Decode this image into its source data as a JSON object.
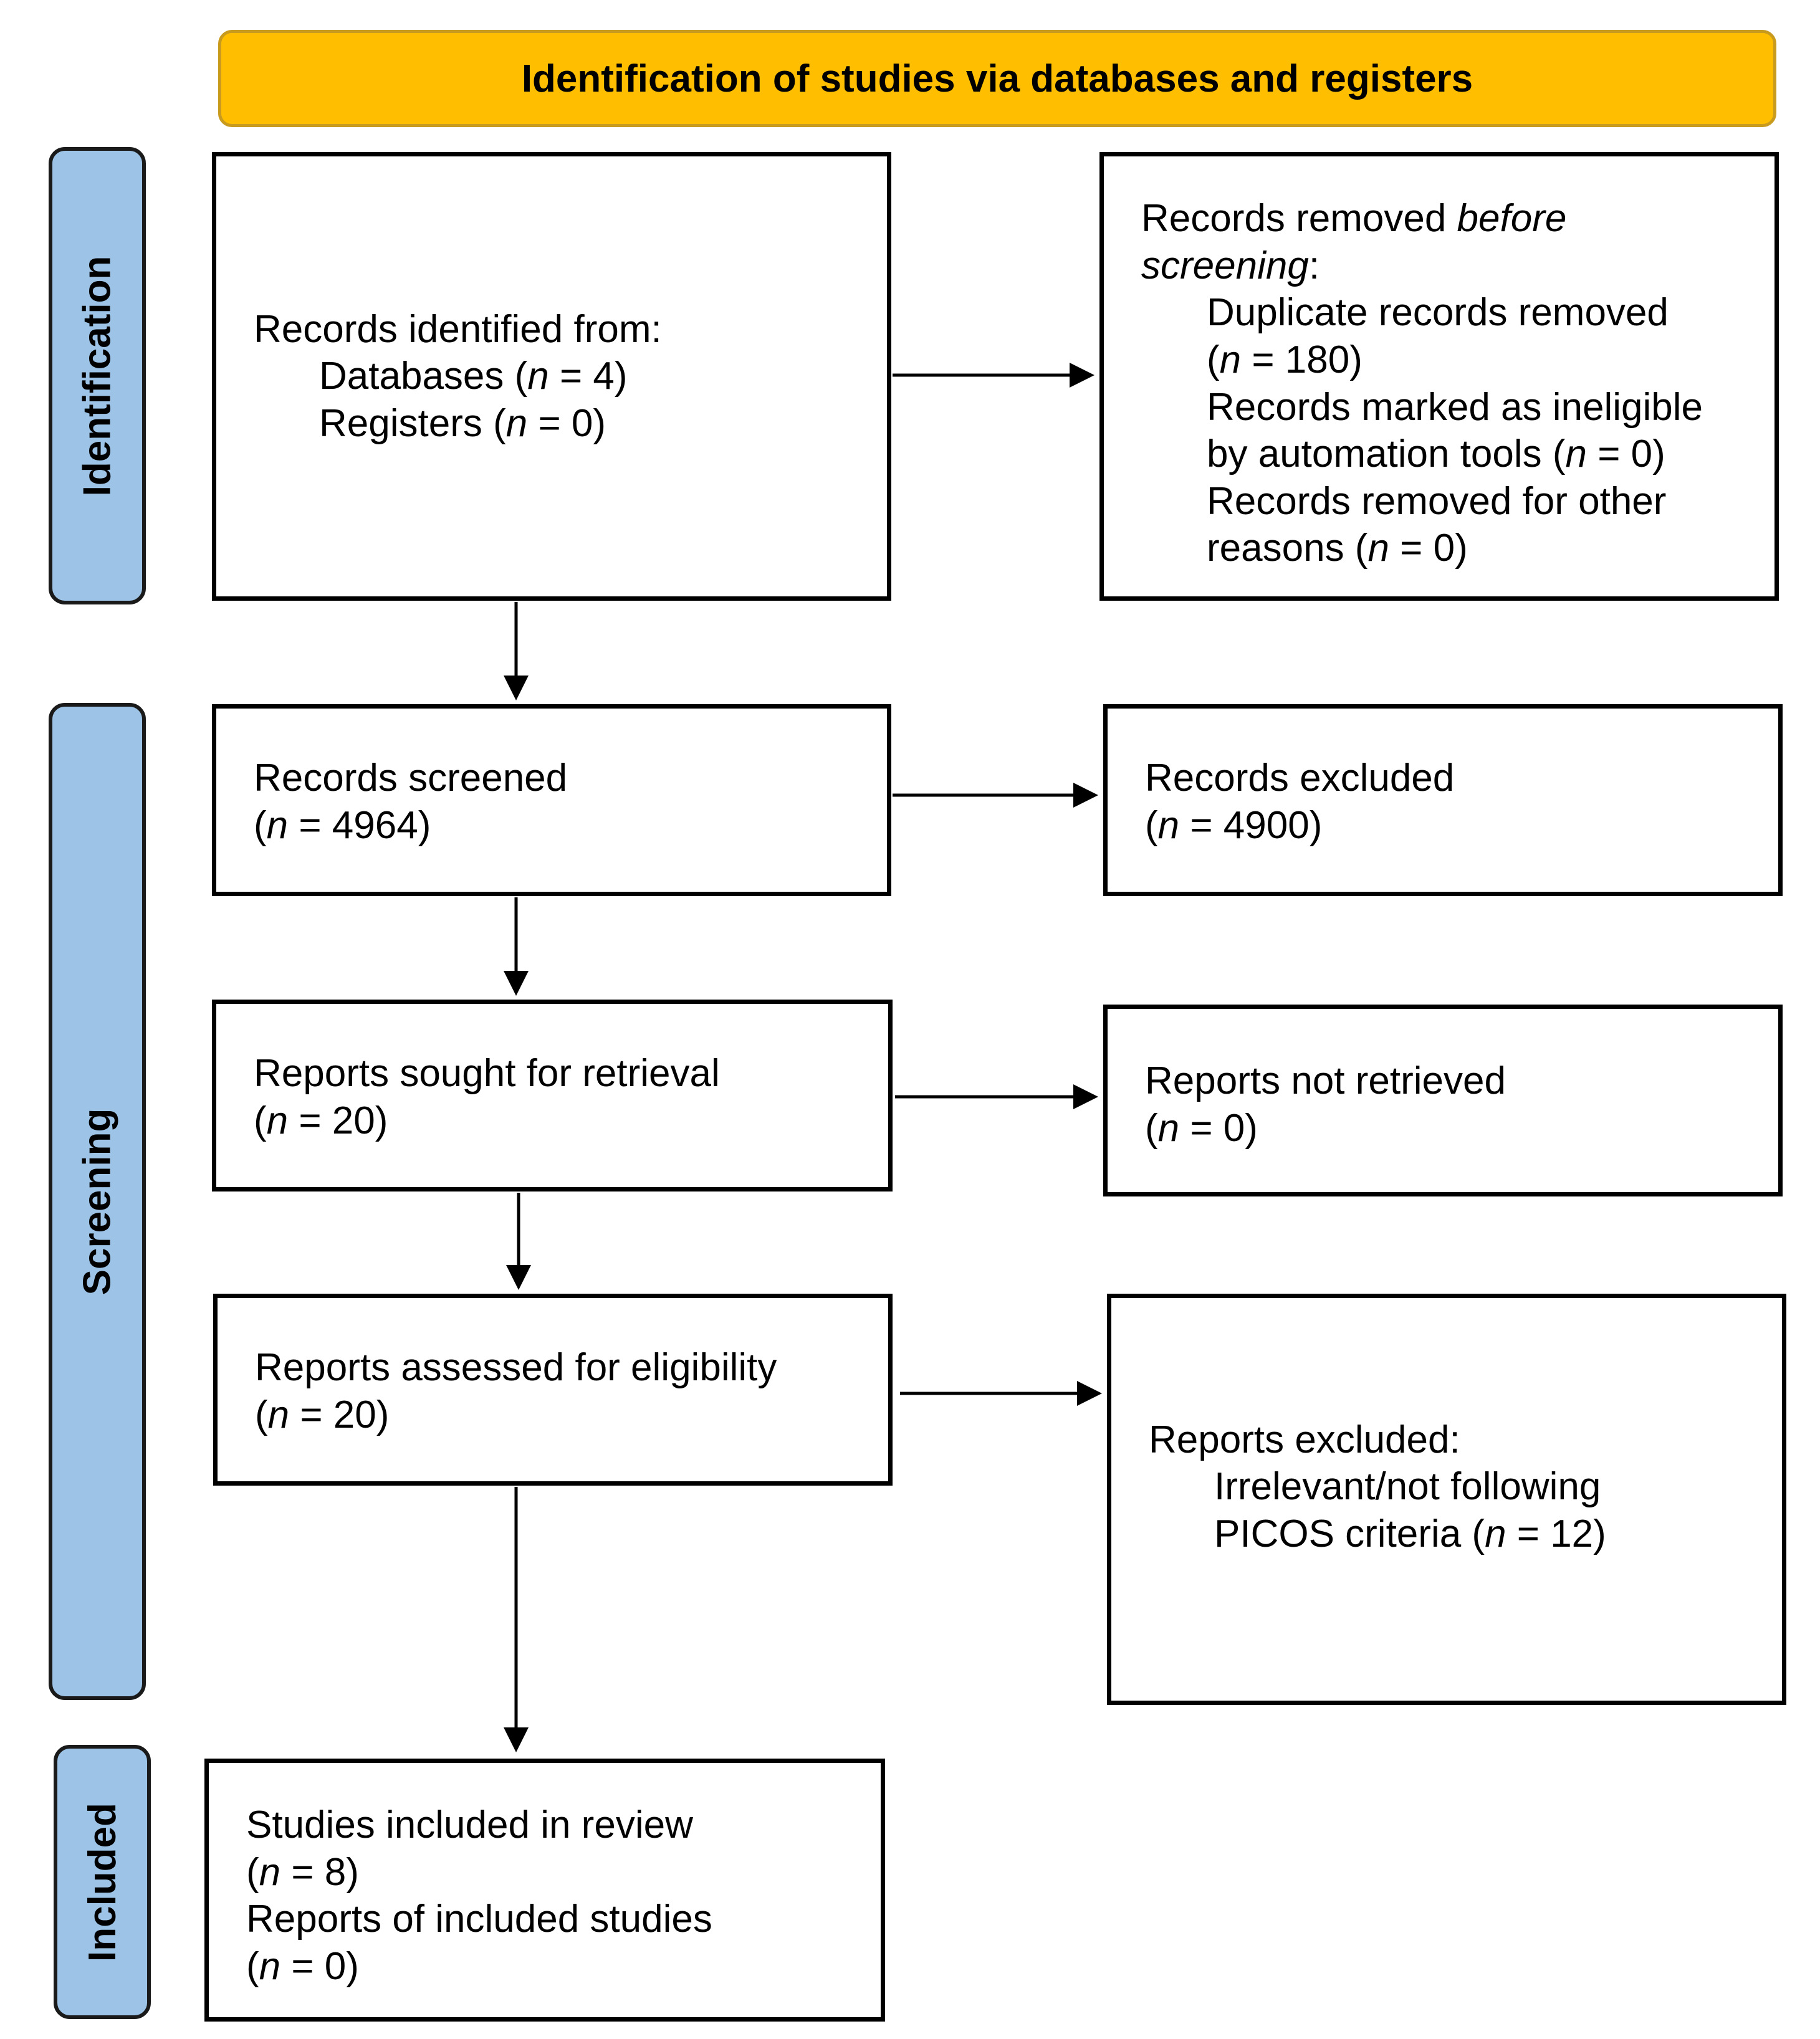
{
  "banner": {
    "title": "Identification of studies via databases and registers",
    "color": "#FFBF00"
  },
  "phases": {
    "identification": "Identification",
    "screening": "Screening",
    "included": "Included",
    "color": "#9DC3E6"
  },
  "identification": {
    "records_identified": {
      "heading": "Records identified from:",
      "databases": "Databases (",
      "databases_n": "n",
      "databases_val": " = 4)",
      "registers": "Registers (",
      "registers_n": "n",
      "registers_val": " = 0)"
    },
    "removed": {
      "heading_a": "Records removed ",
      "heading_em1": "before",
      "heading_em2": "screening",
      "heading_b": ":",
      "duplicates": "Duplicate records removed",
      "duplicates_n_pre": "(",
      "duplicates_n": "n",
      "duplicates_val": " = 180)",
      "ineligible_1": "Records marked as ineligible",
      "ineligible_2": "by automation tools (",
      "ineligible_n": "n",
      "ineligible_val": " = 0)",
      "other_1": "Records removed for other",
      "other_2": "reasons (",
      "other_n": "n",
      "other_val": " = 0)"
    }
  },
  "screening": {
    "screened": {
      "label": "Records screened",
      "pre": "(",
      "n": "n",
      "val": " = 4964)"
    },
    "excluded": {
      "label": "Records excluded",
      "pre": "(",
      "n": "n",
      "val": " = 4900)"
    },
    "sought": {
      "label": "Reports sought for retrieval",
      "pre": "(",
      "n": "n",
      "val": " = 20)"
    },
    "not_retrieved": {
      "label": "Reports not retrieved",
      "pre": "(",
      "n": "n",
      "val": " = 0)"
    },
    "assessed": {
      "label": "Reports assessed for eligibility",
      "pre": "(",
      "n": "n",
      "val": " = 20)"
    },
    "reports_excluded": {
      "heading": "Reports excluded:",
      "reason_1": "Irrelevant/not following",
      "reason_2": "PICOS criteria (",
      "reason_n": "n",
      "reason_val": " = 12)"
    }
  },
  "included": {
    "studies": "Studies included in review",
    "studies_pre": "(",
    "studies_n": "n",
    "studies_val": " = 8)",
    "reports": "Reports of included studies",
    "reports_pre": "(",
    "reports_n": "n",
    "reports_val": " = 0)"
  }
}
